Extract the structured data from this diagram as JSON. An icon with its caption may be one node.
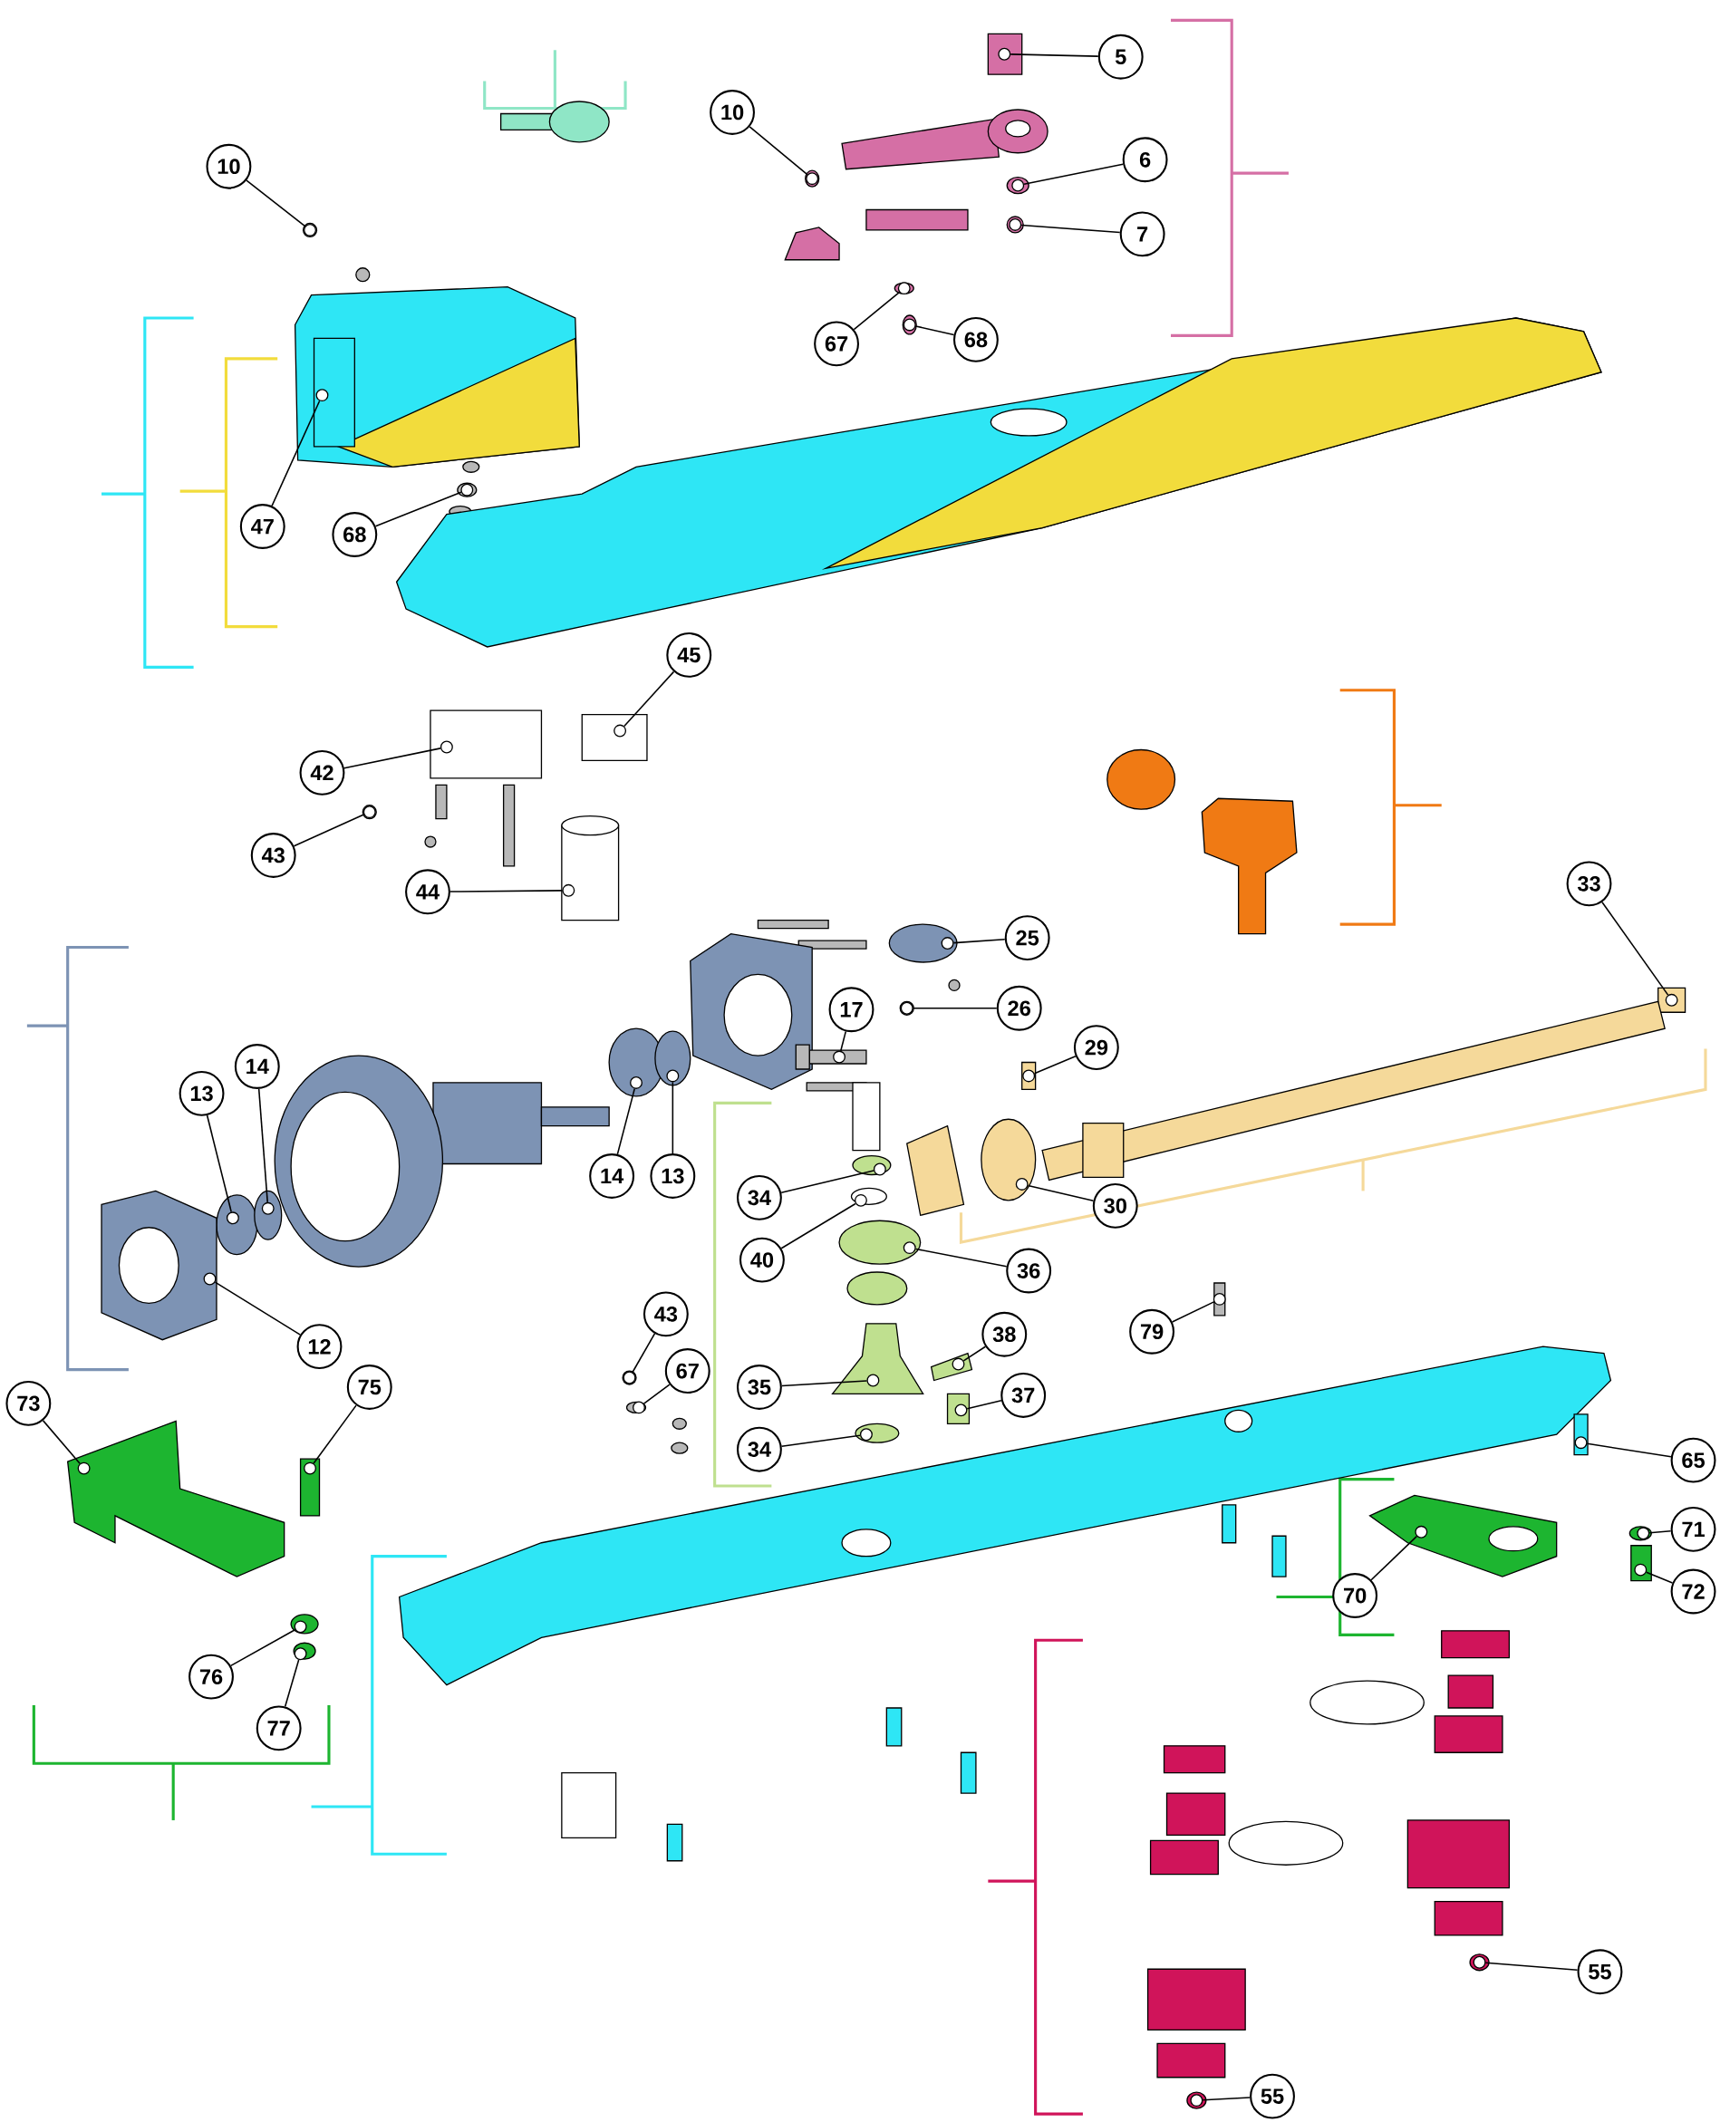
{
  "diagram": {
    "nodes": [
      {
        "text": [
          "5"
        ]
      },
      {
        "text": [
          "10"
        ]
      },
      {
        "text": [
          "10"
        ]
      },
      {
        "text": [
          "6"
        ]
      },
      {
        "text": [
          "7"
        ]
      },
      {
        "text": [
          "67"
        ]
      },
      {
        "text": [
          "68"
        ]
      },
      {
        "text": [
          "47"
        ]
      },
      {
        "text": [
          "68"
        ]
      },
      {
        "text": [
          "45"
        ]
      },
      {
        "text": [
          "42"
        ]
      },
      {
        "text": [
          "43"
        ]
      },
      {
        "text": [
          "44"
        ]
      },
      {
        "text": [
          "33"
        ]
      },
      {
        "text": [
          "25"
        ]
      },
      {
        "text": [
          "26"
        ]
      },
      {
        "text": [
          "17"
        ]
      },
      {
        "text": [
          "29"
        ]
      },
      {
        "text": [
          "13"
        ]
      },
      {
        "text": [
          "14"
        ]
      },
      {
        "text": [
          "14"
        ]
      },
      {
        "text": [
          "13"
        ]
      },
      {
        "text": [
          "30"
        ]
      },
      {
        "text": [
          "34"
        ]
      },
      {
        "text": [
          "40"
        ]
      },
      {
        "text": [
          "36"
        ]
      },
      {
        "text": [
          "12"
        ]
      },
      {
        "text": [
          "79"
        ]
      },
      {
        "text": [
          "43"
        ]
      },
      {
        "text": [
          "38"
        ]
      },
      {
        "text": [
          "67"
        ]
      },
      {
        "text": [
          "37"
        ]
      },
      {
        "text": [
          "35"
        ]
      },
      {
        "text": [
          "73"
        ]
      },
      {
        "text": [
          "75"
        ]
      },
      {
        "text": [
          "34"
        ]
      },
      {
        "text": [
          "65"
        ]
      },
      {
        "text": [
          "71"
        ]
      },
      {
        "text": [
          "70"
        ]
      },
      {
        "text": [
          "72"
        ]
      },
      {
        "text": [
          "76"
        ]
      },
      {
        "text": [
          "77"
        ]
      },
      {
        "text": [
          "55"
        ]
      },
      {
        "text": [
          "55"
        ]
      },
      {
        "text": [],
        "shape": "picture"
      },
      {
        "text": [],
        "shape": "picture"
      },
      {
        "text": [],
        "shape": "picture"
      },
      {
        "text": [],
        "shape": "picture"
      },
      {
        "text": [],
        "shape": "picture"
      },
      {
        "text": [],
        "shape": "picture"
      },
      {
        "text": [],
        "shape": "picture"
      },
      {
        "text": [],
        "shape": "picture"
      },
      {
        "text": [],
        "shape": "picture"
      },
      {
        "text": [],
        "shape": "picture"
      },
      {
        "text": [],
        "shape": "picture"
      },
      {
        "text": [],
        "shape": "picture"
      },
      {
        "text": [],
        "shape": "picture"
      },
      {
        "text": [],
        "shape": "picture"
      },
      {
        "text": [],
        "shape": "picture"
      },
      {
        "text": [],
        "shape": "picture"
      },
      {
        "text": [],
        "shape": "picture"
      },
      {
        "text": [],
        "shape": "picture"
      },
      {
        "text": [],
        "shape": "picture"
      },
      {
        "text": [],
        "shape": "picture"
      },
      {
        "text": [],
        "shape": "picture"
      },
      {
        "text": [],
        "shape": "picture"
      },
      {
        "text": [],
        "shape": "picture"
      },
      {
        "text": [],
        "shape": "picture"
      },
      {
        "text": [],
        "shape": "picture"
      },
      {
        "text": [],
        "shape": "picture"
      },
      {
        "text": [],
        "shape": "picture"
      },
      {
        "text": [],
        "shape": "picture"
      },
      {
        "text": [],
        "shape": "picture"
      },
      {
        "text": [],
        "shape": "picture"
      },
      {
        "text": [],
        "shape": "picture"
      },
      {
        "text": [],
        "shape": "picture"
      },
      {
        "text": [],
        "shape": "picture"
      },
      {
        "text": [],
        "shape": "picture"
      },
      {
        "text": [],
        "shape": "picture"
      },
      {
        "text": [],
        "shape": "picture"
      },
      {
        "text": [],
        "shape": "picture"
      },
      {
        "text": [],
        "shape": "picture"
      },
      {
        "text": [],
        "shape": "picture"
      },
      {
        "text": [],
        "shape": "picture"
      },
      {
        "text": [],
        "shape": "picture"
      },
      {
        "text": [],
        "shape": "picture"
      },
      {
        "text": [],
        "shape": "picture"
      },
      {
        "text": [],
        "shape": "picture"
      }
    ],
    "edges": [
      {
        "from": 0,
        "to": 44,
        "arrow": "none"
      },
      {
        "from": 1,
        "to": 45,
        "arrow": "none"
      },
      {
        "from": 2,
        "to": 46,
        "arrow": "none"
      },
      {
        "from": 3,
        "to": 47,
        "arrow": "none"
      },
      {
        "from": 4,
        "to": 48,
        "arrow": "none"
      },
      {
        "from": 5,
        "to": 49,
        "arrow": "none"
      },
      {
        "from": 6,
        "to": 50,
        "arrow": "none"
      },
      {
        "from": 7,
        "to": 51,
        "arrow": "none"
      },
      {
        "from": 8,
        "to": 52,
        "arrow": "none"
      },
      {
        "from": 9,
        "to": 53,
        "arrow": "none"
      },
      {
        "from": 10,
        "to": 54,
        "arrow": "none"
      },
      {
        "from": 11,
        "to": 55,
        "arrow": "none"
      },
      {
        "from": 12,
        "to": 56,
        "arrow": "none"
      },
      {
        "from": 13,
        "to": 57,
        "arrow": "none"
      },
      {
        "from": 14,
        "to": 58,
        "arrow": "none"
      },
      {
        "from": 15,
        "to": 59,
        "arrow": "none"
      },
      {
        "from": 16,
        "to": 60,
        "arrow": "none"
      },
      {
        "from": 17,
        "to": 61,
        "arrow": "none"
      },
      {
        "from": 18,
        "to": 62,
        "arrow": "none"
      },
      {
        "from": 19,
        "to": 63,
        "arrow": "none"
      },
      {
        "from": 20,
        "to": 64,
        "arrow": "none"
      },
      {
        "from": 21,
        "to": 65,
        "arrow": "none"
      },
      {
        "from": 22,
        "to": 66,
        "arrow": "none"
      },
      {
        "from": 23,
        "to": 67,
        "arrow": "none"
      },
      {
        "from": 24,
        "to": 68,
        "arrow": "none"
      },
      {
        "from": 25,
        "to": 69,
        "arrow": "none"
      },
      {
        "from": 26,
        "to": 70,
        "arrow": "none"
      },
      {
        "from": 27,
        "to": 71,
        "arrow": "none"
      },
      {
        "from": 28,
        "to": 72,
        "arrow": "none"
      },
      {
        "from": 29,
        "to": 73,
        "arrow": "none"
      },
      {
        "from": 30,
        "to": 74,
        "arrow": "none"
      },
      {
        "from": 31,
        "to": 75,
        "arrow": "none"
      },
      {
        "from": 32,
        "to": 76,
        "arrow": "none"
      },
      {
        "from": 33,
        "to": 77,
        "arrow": "none"
      },
      {
        "from": 34,
        "to": 78,
        "arrow": "none"
      },
      {
        "from": 35,
        "to": 79,
        "arrow": "none"
      },
      {
        "from": 36,
        "to": 80,
        "arrow": "none"
      },
      {
        "from": 37,
        "to": 81,
        "arrow": "none"
      },
      {
        "from": 38,
        "to": 82,
        "arrow": "none"
      },
      {
        "from": 39,
        "to": 83,
        "arrow": "none"
      },
      {
        "from": 40,
        "to": 84,
        "arrow": "none"
      },
      {
        "from": 41,
        "to": 85,
        "arrow": "none"
      },
      {
        "from": 42,
        "to": 86,
        "arrow": "none"
      },
      {
        "from": 43,
        "to": 87,
        "arrow": "none"
      }
    ]
  }
}
